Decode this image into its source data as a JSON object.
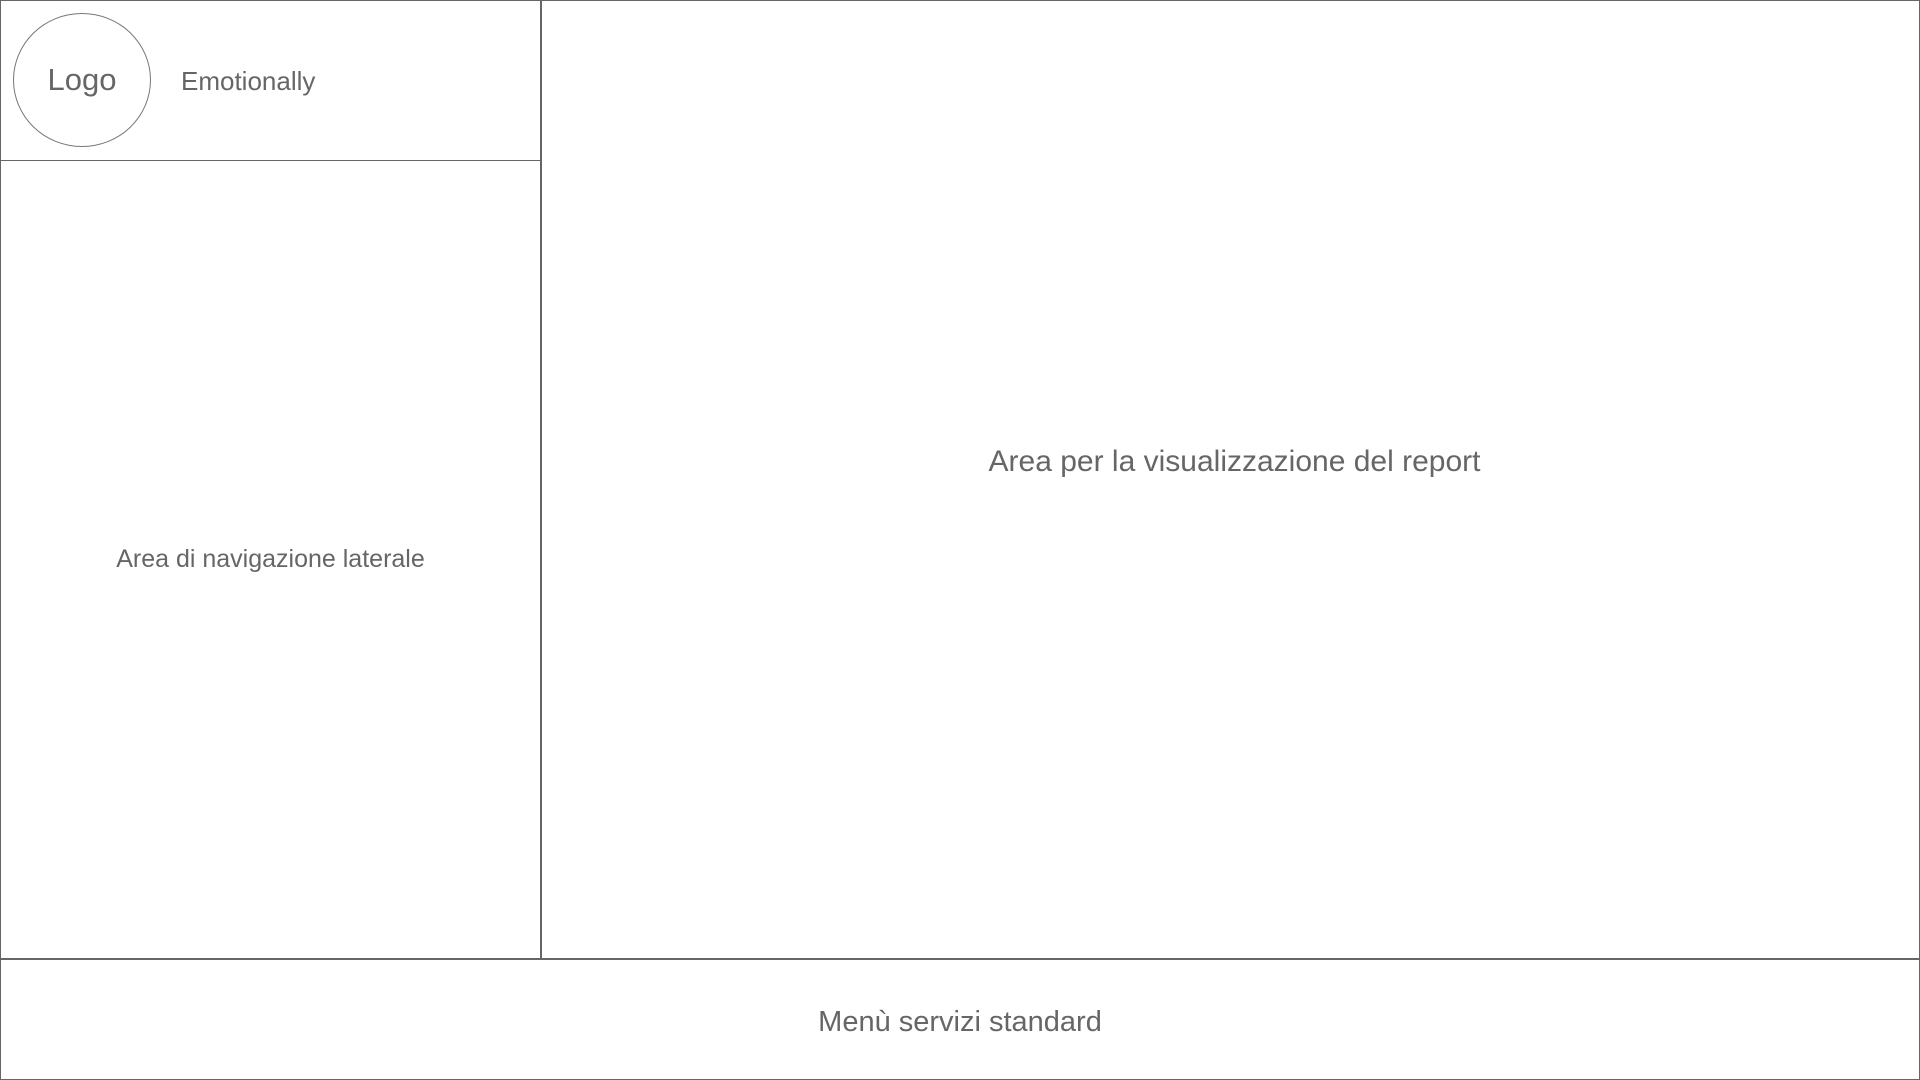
{
  "header": {
    "logo_text": "Logo",
    "app_name": "Emotionally"
  },
  "sidebar": {
    "area_label": "Area di navigazione laterale"
  },
  "main": {
    "area_label": "Area per la visualizzazione del report"
  },
  "footer": {
    "area_label": "Menù servizi standard"
  },
  "colors": {
    "border": "#666666",
    "text": "#666666",
    "background": "#ffffff"
  }
}
